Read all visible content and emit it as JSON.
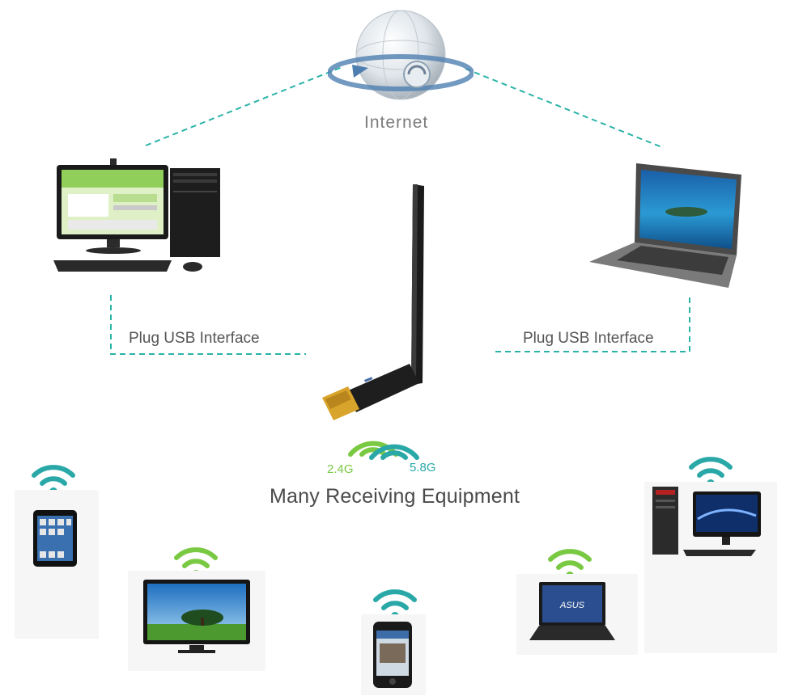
{
  "internet": {
    "label": "Internet"
  },
  "links": {
    "left_label": "Plug USB Interface",
    "right_label": "Plug USB Interface"
  },
  "adapter": {
    "band_24": "2.4G",
    "band_58": "5.8G"
  },
  "receivers": {
    "title": "Many Receiving Equipment"
  },
  "icons": {
    "globe": "globe-icon",
    "desktop": "desktop-computer-icon",
    "laptop": "laptop-icon",
    "adapter": "usb-wifi-adapter-icon",
    "tablet": "tablet-icon",
    "tv": "tv-icon",
    "phone": "smartphone-icon",
    "laptop_small": "laptop-icon",
    "desktop_small": "desktop-computer-icon",
    "wifi": "wifi-icon"
  },
  "colors": {
    "connector": "#2bb3a8",
    "band_24": "#7ac943",
    "band_58": "#2aa8a8",
    "wifi_green": "#7ac943",
    "wifi_teal": "#2aa8a8"
  }
}
